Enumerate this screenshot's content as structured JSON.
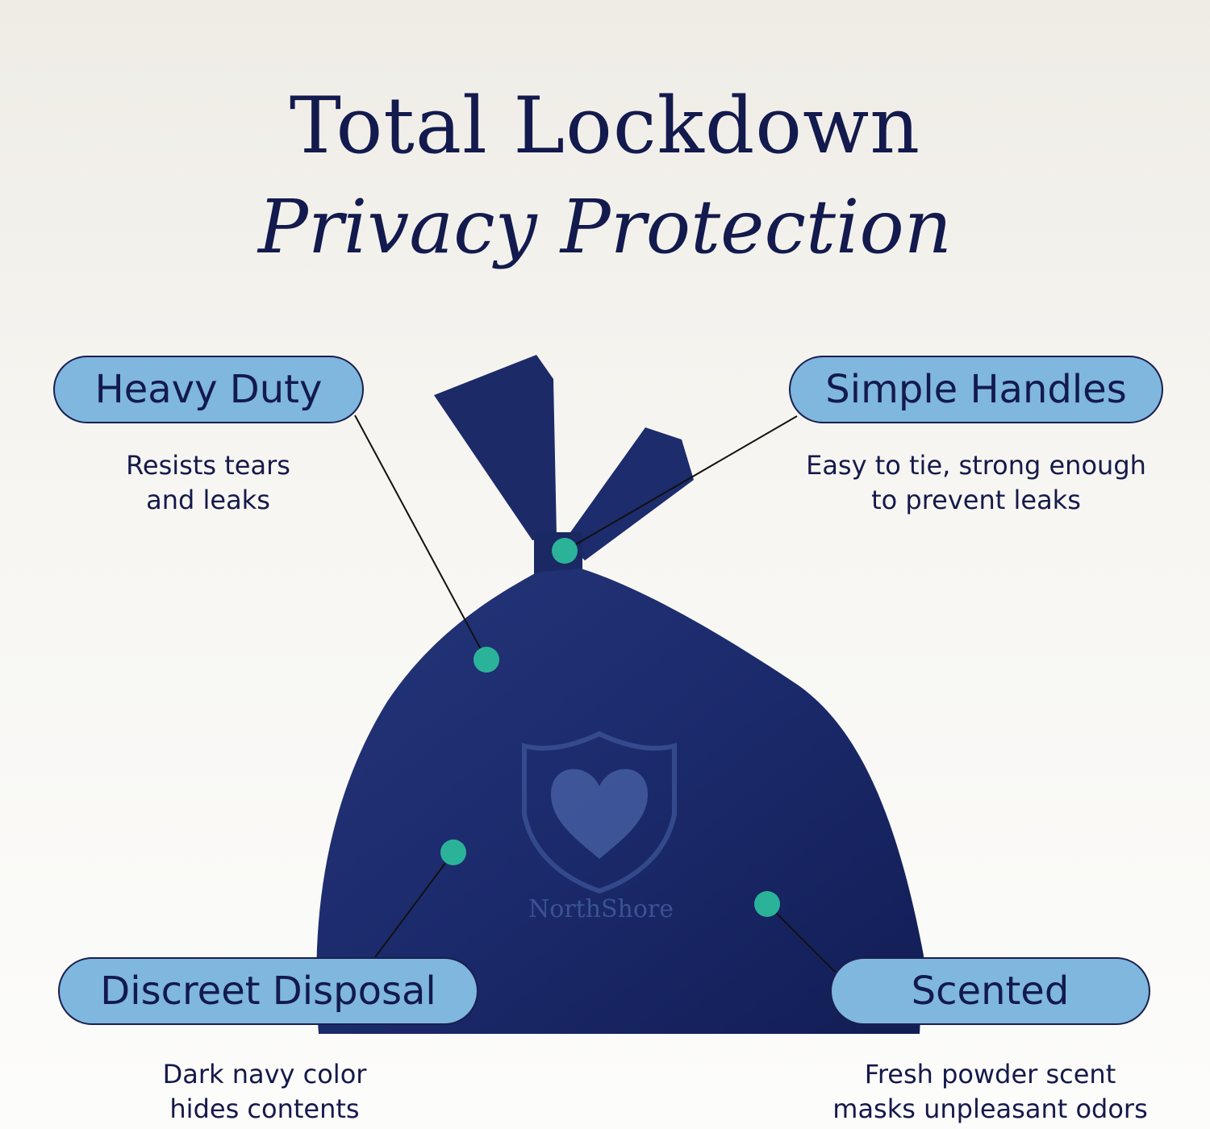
{
  "header": {
    "title": "Total Lockdown",
    "subtitle": "Privacy Protection"
  },
  "features": [
    {
      "label": "Heavy Duty",
      "description_lines": [
        "Resists tears",
        "and leaks"
      ]
    },
    {
      "label": "Simple Handles",
      "description_lines": [
        "Easy to tie, strong enough",
        "to prevent leaks"
      ]
    },
    {
      "label": "Discreet Disposal",
      "description_lines": [
        "Dark navy color",
        "hides contents"
      ]
    },
    {
      "label": "Scented",
      "description_lines": [
        "Fresh powder scent",
        "masks unpleasant odors"
      ]
    }
  ],
  "product": {
    "brand": "NorthShore",
    "icon": "shield-heart-logo"
  },
  "colors": {
    "navy": "#131a4d",
    "pill": "#7fb7de",
    "dot": "#2bb39a",
    "bag": "#1b2a6b"
  }
}
